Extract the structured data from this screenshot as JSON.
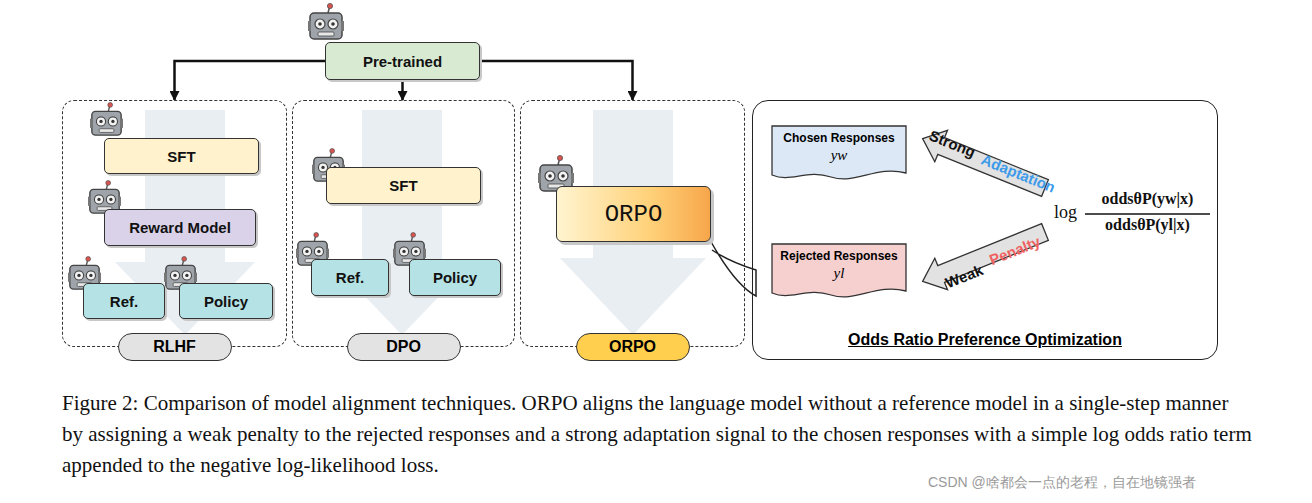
{
  "diagram": {
    "caption": "Figure 2: Comparison of model alignment techniques. ORPO aligns the language model without a reference model in a single-step manner by assigning a weak penalty to the rejected responses and a strong adaptation signal to the chosen responses with a simple log odds ratio term appended to the negative log-likelihood loss.",
    "nodes": [
      {
        "text": [
          "Pre-trained"
        ]
      },
      {
        "text": [
          "RLHF"
        ]
      },
      {
        "text": [
          "SFT"
        ],
        "in": 1
      },
      {
        "text": [
          "Reward Model"
        ],
        "in": 1
      },
      {
        "text": [
          "Ref."
        ],
        "in": 1
      },
      {
        "text": [
          "Policy"
        ],
        "in": 1
      },
      {
        "text": [
          "DPO"
        ]
      },
      {
        "text": [
          "SFT"
        ],
        "in": 6
      },
      {
        "text": [
          "Ref."
        ],
        "in": 6
      },
      {
        "text": [
          "Policy"
        ],
        "in": 6
      },
      {
        "text": [
          "ORPO"
        ]
      },
      {
        "text": [
          "ORPO"
        ],
        "in": 10
      },
      {
        "text": [
          "Odds Ratio Preference Optimization"
        ]
      },
      {
        "text": [
          "Chosen Responses",
          "yw"
        ],
        "in": 12
      },
      {
        "text": [
          "Rejected Responses",
          "yl"
        ],
        "in": 12
      }
    ],
    "edges": [
      {
        "from": 0,
        "to": 1,
        "arrow": "to"
      },
      {
        "from": 0,
        "to": 6,
        "arrow": "to"
      },
      {
        "from": 0,
        "to": 10,
        "arrow": "to"
      }
    ],
    "labels": [
      "Strong",
      "Adaptation",
      "Weak",
      "Penalty",
      "log",
      "oddsθP(yw|x)",
      "oddsθP(yl|x)",
      "CSDN @啥都会一点的老程，自在地镜强者"
    ]
  }
}
